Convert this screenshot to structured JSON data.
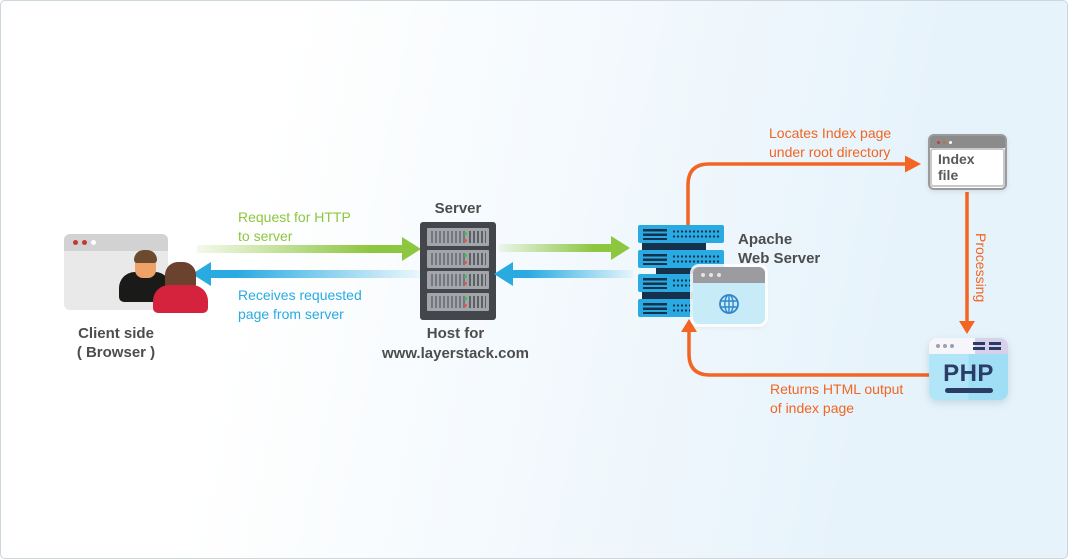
{
  "diagram": {
    "client": {
      "label_line1": "Client side",
      "label_line2": "( Browser )"
    },
    "server": {
      "title": "Server",
      "subtitle_line1": "Host for",
      "subtitle_line2": "www.layerstack.com"
    },
    "apache": {
      "label_line1": "Apache",
      "label_line2": "Web Server"
    },
    "index_file": {
      "label": "Index file"
    },
    "php": {
      "label": "PHP"
    },
    "flows": {
      "http_request": {
        "line1": "Request for HTTP",
        "line2": "to server"
      },
      "http_response": {
        "line1": "Receives requested",
        "line2": "page from server"
      },
      "locate_index": {
        "line1": "Locates Index page",
        "line2": "under root directory"
      },
      "processing": {
        "label": "Processing"
      },
      "return_html": {
        "line1": "Returns HTML output",
        "line2": "of index page"
      }
    },
    "colors": {
      "request_green": "#8dc63f",
      "response_blue": "#29abe2",
      "flow_orange": "#f26522",
      "label_dark": "#4d4d4d"
    }
  }
}
